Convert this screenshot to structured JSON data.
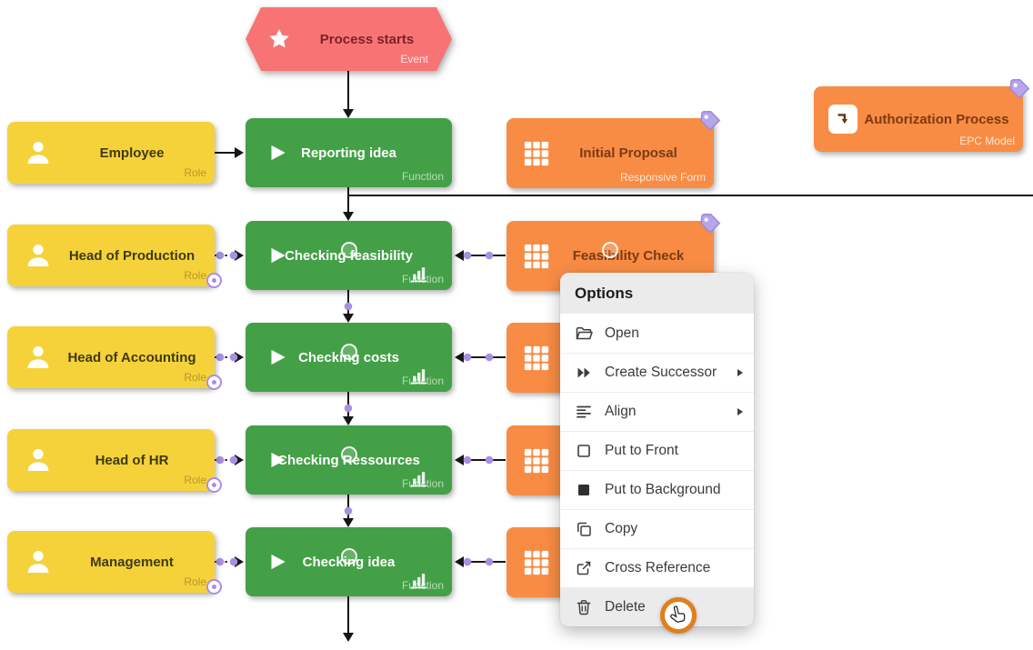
{
  "palette": {
    "event_red": "#f87474",
    "role_yellow": "#f6d23a",
    "function_green": "#43a047",
    "form_orange": "#f88c44",
    "tag_lavender": "#b6a6ea",
    "connector_dot_lavender": "#a78fe2",
    "menu_highlight_gray": "#ebebeb",
    "cursor_ring_orange": "#e07f1c"
  },
  "diagram": {
    "event": {
      "label": "Process starts",
      "type_label": "Event"
    },
    "model": {
      "label": "Authorization Process",
      "type_label": "EPC Model"
    },
    "rows": [
      {
        "role": "Employee",
        "role_type": "Role",
        "function": "Reporting idea",
        "function_type": "Function",
        "form": "Initial Proposal",
        "form_type": "Responsive Form"
      },
      {
        "role": "Head of Production",
        "role_type": "Role",
        "function": "Checking feasibility",
        "function_type": "Function",
        "form": "Feasibility Check",
        "form_type": ""
      },
      {
        "role": "Head of Accounting",
        "role_type": "Role",
        "function": "Checking costs",
        "function_type": "Function",
        "form": "",
        "form_type": ""
      },
      {
        "role": "Head of HR",
        "role_type": "Role",
        "function": "Checking Ressources",
        "function_type": "Function",
        "form": "",
        "form_type": ""
      },
      {
        "role": "Management",
        "role_type": "Role",
        "function": "Checking idea",
        "function_type": "Function",
        "form": "",
        "form_type": ""
      }
    ]
  },
  "context_menu": {
    "title": "Options",
    "items": [
      {
        "label": "Open",
        "icon": "open-folder-icon",
        "has_submenu": false,
        "highlighted": false
      },
      {
        "label": "Create Successor",
        "icon": "create-successor-icon",
        "has_submenu": true,
        "highlighted": false
      },
      {
        "label": "Align",
        "icon": "align-left-icon",
        "has_submenu": true,
        "highlighted": false
      },
      {
        "label": "Put to Front",
        "icon": "put-to-front-icon",
        "has_submenu": false,
        "highlighted": false
      },
      {
        "label": "Put to Background",
        "icon": "put-to-background-icon",
        "has_submenu": false,
        "highlighted": false
      },
      {
        "label": "Copy",
        "icon": "copy-icon",
        "has_submenu": false,
        "highlighted": false
      },
      {
        "label": "Cross Reference",
        "icon": "cross-reference-icon",
        "has_submenu": false,
        "highlighted": false
      },
      {
        "label": "Delete",
        "icon": "trash-icon",
        "has_submenu": false,
        "highlighted": true
      }
    ]
  }
}
